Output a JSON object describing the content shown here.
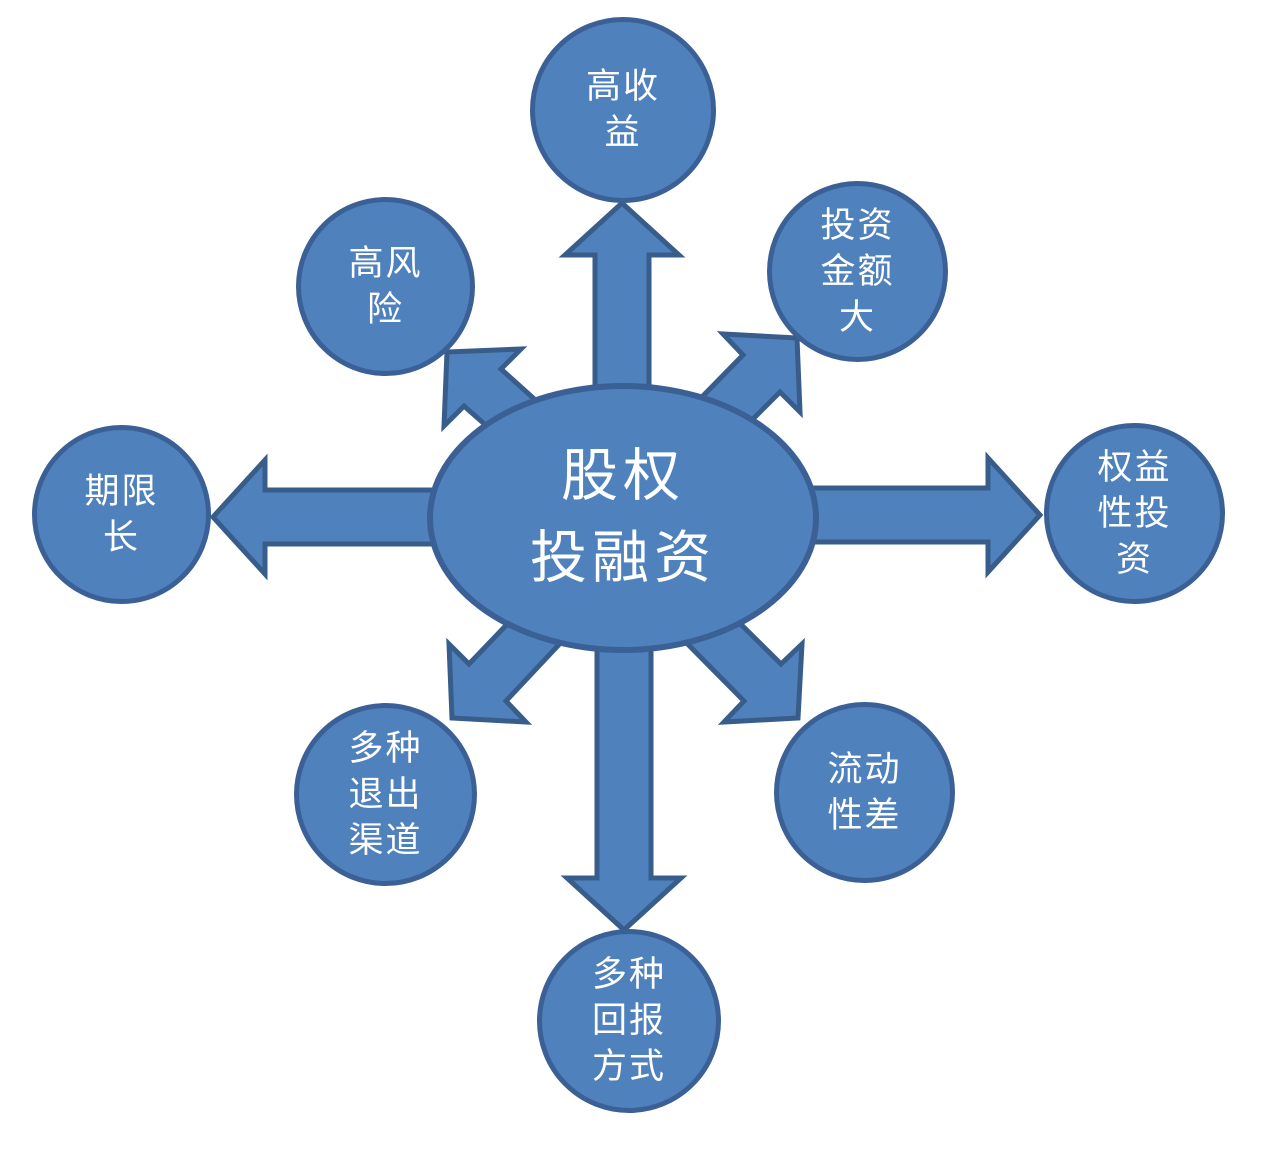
{
  "diagram": {
    "title": "股权投融资",
    "center": {
      "id": "equity-investment-financing",
      "label": "股权投融资",
      "lines": [
        "股权",
        "投融资"
      ]
    },
    "nodes": [
      {
        "id": "high-return",
        "direction": "top",
        "label": "高收益",
        "lines": [
          "高收",
          "益",
          ""
        ]
      },
      {
        "id": "high-risk",
        "direction": "top-left",
        "label": "高风险",
        "lines": [
          "高风",
          "险",
          ""
        ]
      },
      {
        "id": "large-investment-amount",
        "direction": "top-right",
        "label": "投资金额大",
        "lines": [
          "投资",
          "金额",
          "大"
        ]
      },
      {
        "id": "long-term",
        "direction": "left",
        "label": "期限长",
        "lines": [
          "期限",
          "长",
          ""
        ]
      },
      {
        "id": "equity-type-investment",
        "direction": "right",
        "label": "权益性投资",
        "lines": [
          "权益",
          "性投",
          "资"
        ]
      },
      {
        "id": "multiple-exit-channels",
        "direction": "bottom-left",
        "label": "多种退出渠道",
        "lines": [
          "多种",
          "退出",
          "渠道"
        ]
      },
      {
        "id": "poor-liquidity",
        "direction": "bottom-right",
        "label": "流动性差",
        "lines": [
          "流动",
          "性差",
          ""
        ]
      },
      {
        "id": "multiple-return-methods",
        "direction": "bottom",
        "label": "多种回报方式",
        "lines": [
          "多种",
          "回报",
          "方式"
        ]
      }
    ],
    "connections": [
      {
        "from": "center",
        "to": "high-return"
      },
      {
        "from": "center",
        "to": "high-risk"
      },
      {
        "from": "center",
        "to": "large-investment-amount"
      },
      {
        "from": "center",
        "to": "long-term"
      },
      {
        "from": "center",
        "to": "equity-type-investment"
      },
      {
        "from": "center",
        "to": "multiple-exit-channels"
      },
      {
        "from": "center",
        "to": "poor-liquidity"
      },
      {
        "from": "center",
        "to": "multiple-return-methods"
      }
    ],
    "colors": {
      "shape_fill": "#4f81bd",
      "shape_border": "#385d8a",
      "text": "#ffffff",
      "background": "#ffffff"
    }
  }
}
